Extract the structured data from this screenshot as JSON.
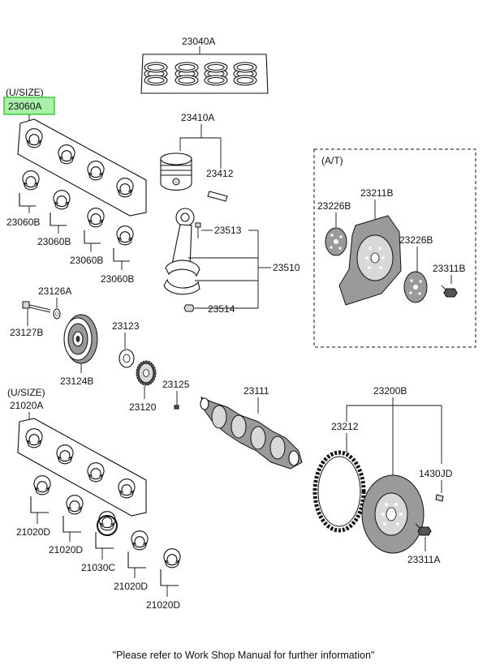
{
  "labels": {
    "p23040A": "23040A",
    "usize_top": "(U/SIZE)",
    "p23060A": "23060A",
    "p23410A": "23410A",
    "p23412": "23412",
    "p23513": "23513",
    "p23510": "23510",
    "p23514": "23514",
    "p23060B_1": "23060B",
    "p23060B_2": "23060B",
    "p23060B_3": "23060B",
    "p23060B_4": "23060B",
    "p23126A": "23126A",
    "p23127B": "23127B",
    "p23124B": "23124B",
    "p23123": "23123",
    "p23120": "23120",
    "p23125": "23125",
    "at": "(A/T)",
    "p23226B_1": "23226B",
    "p23211B": "23211B",
    "p23226B_2": "23226B",
    "p23311B": "23311B",
    "usize_bottom": "(U/SIZE)",
    "p21020A": "21020A",
    "p23111": "23111",
    "p23200B": "23200B",
    "p23212": "23212",
    "p1430JD": "1430JD",
    "p23311A": "23311A",
    "p21020D_1": "21020D",
    "p21020D_2": "21020D",
    "p21030C": "21030C",
    "p21020D_3": "21020D",
    "p21020D_4": "21020D"
  },
  "footer": "\"Please refer to Work Shop Manual for further information\"",
  "colors": {
    "highlight_fill": "#a9f0a9",
    "highlight_stroke": "#3ec93e"
  }
}
